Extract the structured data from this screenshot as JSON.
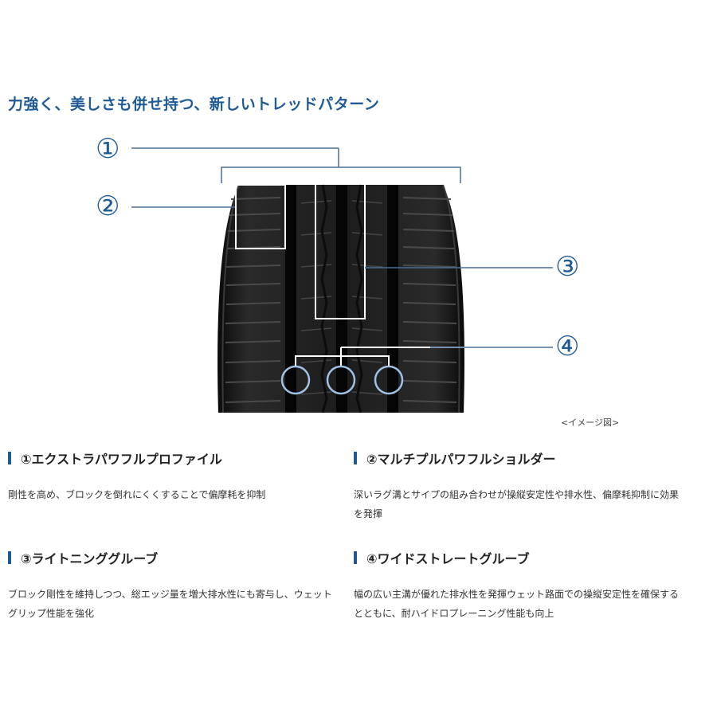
{
  "heading": "力強く、美しさも併せ持つ、新しいトレッドパターン",
  "figure": {
    "callouts": [
      "①",
      "②",
      "③",
      "④"
    ],
    "caption": "<イメージ図>"
  },
  "colors": {
    "accent": "#1f5a96",
    "tire": "#1a1a1a",
    "text": "#333333"
  },
  "features": [
    {
      "title": "①エクストラパワフルプロファイル",
      "description": "剛性を高め、ブロックを倒れにくくすることで偏摩耗を抑制"
    },
    {
      "title": "②マルチプルパワフルショルダー",
      "description": "深いラグ溝とサイプの組み合わせが操縦安定性や排水性、偏摩耗抑制に効果を発揮"
    },
    {
      "title": "③ライトニンググルーブ",
      "description": "ブロック剛性を維持しつつ、総エッジ量を増大排水性にも寄与し、ウェットグリップ性能を強化"
    },
    {
      "title": "④ワイドストレートグルーブ",
      "description": "幅の広い主溝が優れた排水性を発揮ウェット路面での操縦安定性を確保するとともに、耐ハイドロプレーニング性能も向上"
    }
  ]
}
